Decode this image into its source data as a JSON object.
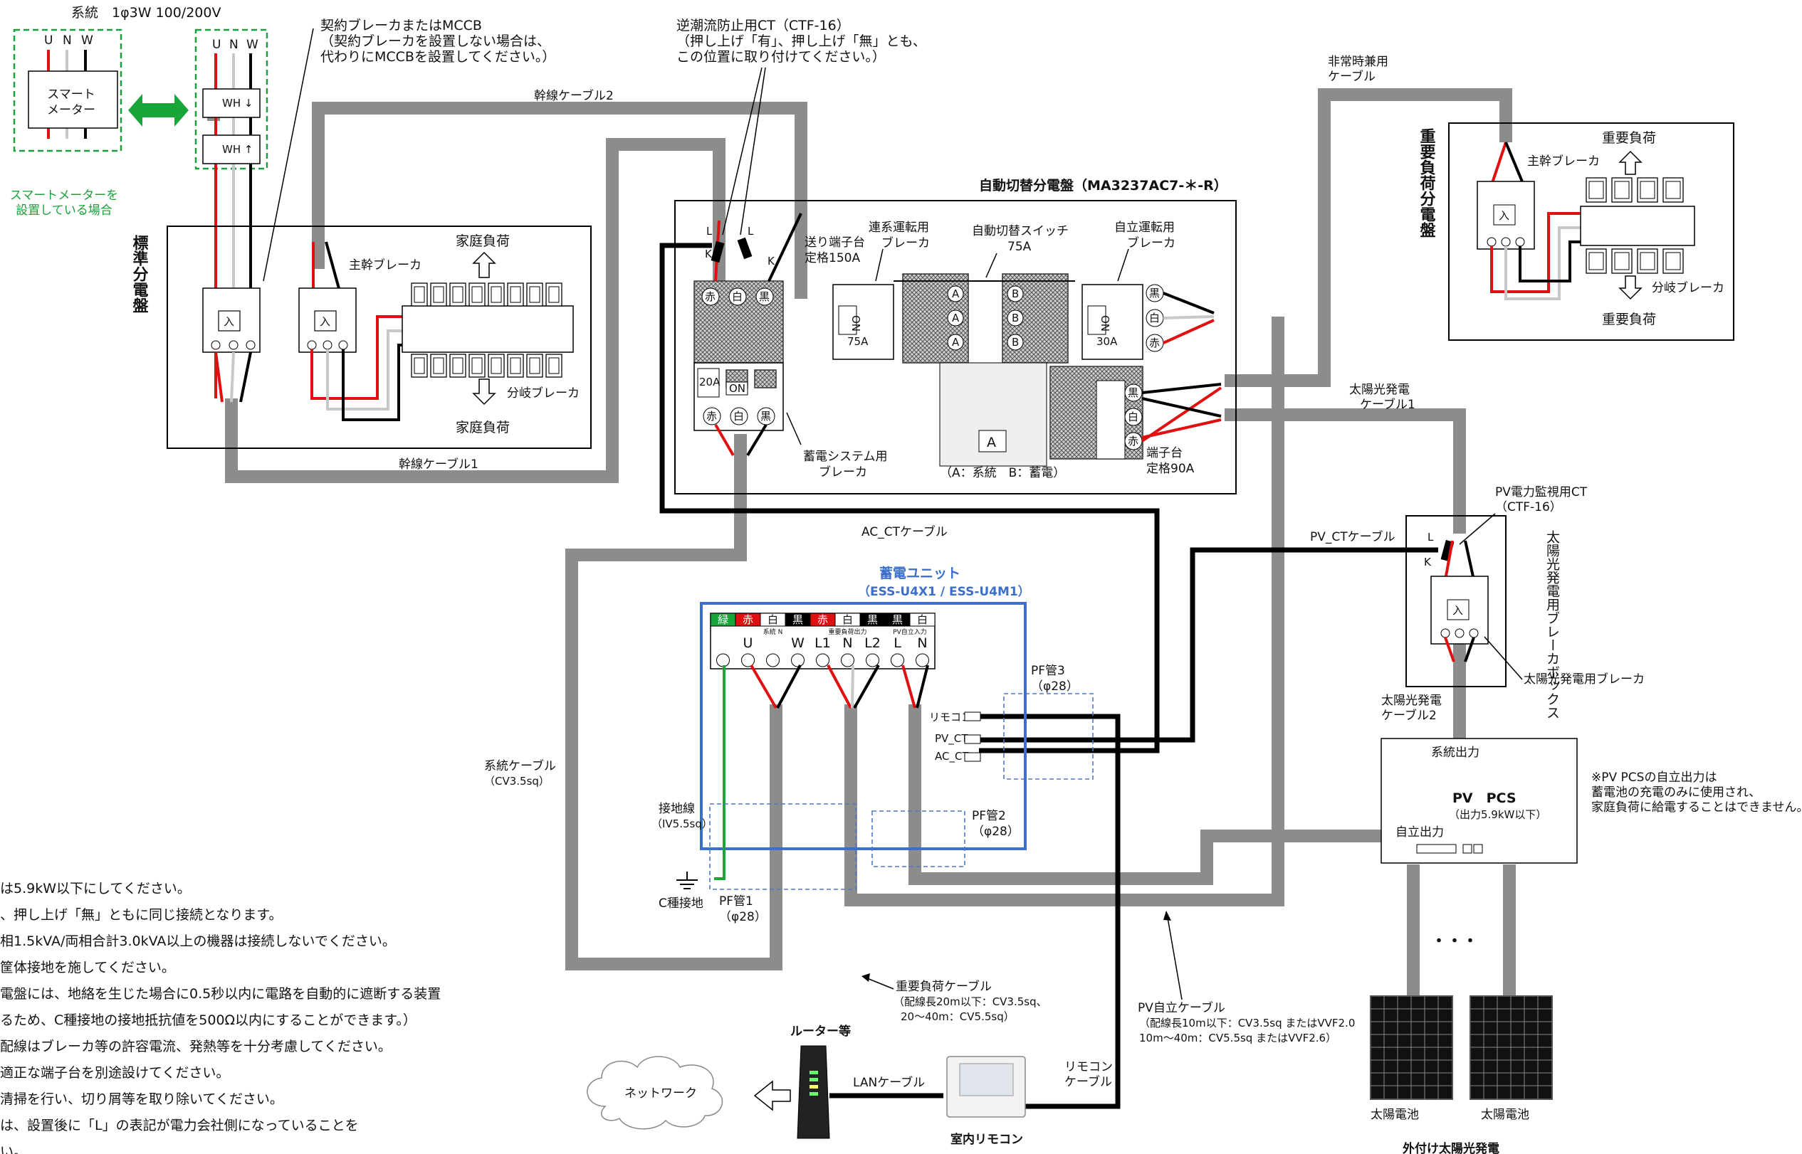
{
  "header": {
    "system_label": "系統　1φ3W 100/200V",
    "smart_meter": "スマート\nメーター",
    "smart_meter_note": "スマートメーターを\n設置している場合",
    "uNW": [
      "U",
      "N",
      "W"
    ],
    "wh": "WH"
  },
  "annotations": {
    "contract_breaker": "契約ブレーカまたはMCCB\n（契約ブレーカを設置しない場合は、\n代わりにMCCBを設置してください。）",
    "reverse_ct": "逆潮流防止用CT（CTF-16）\n（押し上げ「有」、押し上げ「無」とも、\nこの位置に取り付けてください。）",
    "main_cable_2": "幹線ケーブル2",
    "main_cable_1": "幹線ケーブル1",
    "emergency_cable": "非常時兼用\nケーブル",
    "ac_ct_cable": "AC_CTケーブル",
    "system_cable": "系統ケーブル\n（CV3.5sq）",
    "pv_ct_cable": "PV_CTケーブル",
    "pv_cable_1": "太陽光発電\nケーブル1",
    "pv_cable_2": "太陽光発電\nケーブル2",
    "pv_monitor_ct": "PV電力監視用CT\n（CTF-16）",
    "pv_breaker": "太陽光発電用ブレーカ",
    "ground_wire": "接地線\n（IV5.5sq）",
    "c_ground": "C種接地",
    "pf1": "PF管1\n（φ28）",
    "pf2": "PF管2\n（φ28）",
    "pf3": "PF管3\n（φ28）",
    "important_load_cable": "重要負荷ケーブル\n（配線長20m以下：CV3.5sq、\n20～40m：CV5.5sq）",
    "pv_standalone_cable": "PV自立ケーブル\n（配線長10m以下：CV3.5sq またはVVF2.0\n10m～40m：CV5.5sq またはVVF2.6）",
    "remote_cable": "リモコン\nケーブル",
    "lan_cable": "LANケーブル",
    "router": "ルーター等",
    "network": "ネットワーク",
    "indoor_remote": "室内リモコン",
    "pv_note": "※PV PCSの自立出力は\n蓄電池の充電のみに使用され、\n家庭負荷に給電することはできません。"
  },
  "standard_panel": {
    "title": "標準分電盤",
    "main_breaker": "主幹ブレーカ",
    "home_load": "家庭負荷",
    "branch_breaker": "分岐ブレーカ"
  },
  "important_panel": {
    "title": "重要負荷分電盤",
    "main_breaker": "主幹ブレーカ",
    "important_load": "重要負荷",
    "branch_breaker": "分岐ブレーカ"
  },
  "auto_panel": {
    "title": "自動切替分電盤（MA3237AC7-＊-R）",
    "feed_terminal": "送り端子台\n定格150A",
    "grid_breaker": "連系運転用\nブレーカ",
    "auto_switch": "自動切替スイッチ\n75A",
    "standalone_breaker": "自立運転用\nブレーカ",
    "storage_breaker": "蓄電システム用\nブレーカ",
    "terminal": "端子台\n定格90A",
    "switch_note": "（A：系統　B：蓄電）",
    "a": "A",
    "b": "B",
    "on": "ON",
    "r20": "20A",
    "r75": "75A",
    "r30": "30A",
    "terms": [
      "赤",
      "白",
      "黒"
    ],
    "l": "L",
    "k": "K",
    "in": "入"
  },
  "storage_unit": {
    "title": "蓄電ユニット",
    "model": "（ESS-U4X1 / ESS-U4M1）",
    "colors": [
      "緑",
      "赤",
      "白",
      "黒",
      "赤",
      "白",
      "黒",
      "黒",
      "白"
    ],
    "terminals": [
      "",
      "U",
      "",
      "W",
      "L1",
      "N",
      "L2",
      "L",
      "N"
    ],
    "sub_labels": [
      "系統\nN",
      "重要負荷出力",
      "PV自立入力"
    ],
    "ports": [
      "リモコン",
      "PV_CT",
      "AC_CT"
    ]
  },
  "pv": {
    "box_title": "太陽光発電用ブレーカボックス",
    "pcs_title": "PV　PCS",
    "pcs_capacity": "（出力5.9kW以下）",
    "system_output": "系統出力",
    "standalone_output": "自立出力",
    "battery": "太陽電池",
    "external": "外付け太陽光発電",
    "dots": "・・・"
  },
  "notes": [
    "は5.9kW以下にしてください。",
    "、押し上げ「無」ともに同じ接続となります。",
    "相1.5kVA/両相合計3.0kVA以上の機器は接続しないでください。",
    "筐体接地を施してください。",
    "電盤には、地絡を生じた場合に0.5秒以内に電路を自動的に遮断する装置",
    "るため、C種接地の接地抵抗値を500Ω以内にすることができます。）",
    "配線はブレーカ等の許容電流、発熱等を十分考慮してください。",
    "適正な端子台を別途設けてください。",
    "清掃を行い、切り屑等を取り除いてください。",
    "は、設置後に「L」の表記が電力会社側になっていることを",
    "い。"
  ],
  "colors": {
    "cable": "#8c8c8c",
    "red_wire": "#e01010",
    "green_wire": "#19a53a",
    "blue_box": "#3b6fc9",
    "smart_meter_green": "#1a9f3a"
  }
}
